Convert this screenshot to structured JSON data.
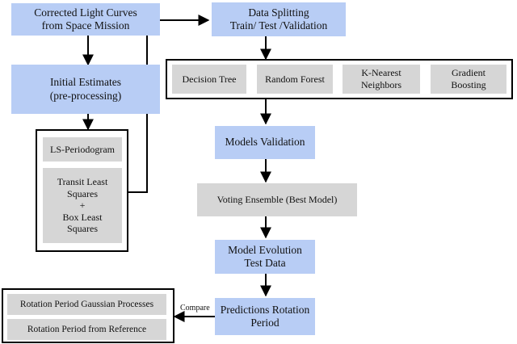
{
  "nodes": {
    "corrected_light_curves": "Corrected Light Curves\nfrom Space Mission",
    "initial_estimates": "Initial Estimates\n(pre-processing)",
    "ls_periodogram": "LS-Periodogram",
    "transit_box_least_squares": "Transit Least\nSquares\n+\nBox Least\nSquares",
    "data_splitting": "Data Splitting\nTrain/ Test /Validation",
    "decision_tree": "Decision Tree",
    "random_forest": "Random Forest",
    "k_nearest_neighbors": "K-Nearest\nNeighbors",
    "gradient_boosting": "Gradient\nBoosting",
    "models_validation": "Models Validation",
    "voting_ensemble": "Voting Ensemble (Best Model)",
    "model_evolution": "Model Evolution\nTest Data",
    "predictions_rotation_period": "Predictions Rotation\nPeriod",
    "rotation_period_gp": "Rotation Period Gaussian Processes",
    "rotation_period_reference": "Rotation Period from Reference"
  },
  "edge_labels": {
    "compare": "Compare"
  },
  "colors": {
    "blue_fill": "#b8cdf5",
    "gray_fill": "#d6d6d6",
    "line": "#000000"
  }
}
